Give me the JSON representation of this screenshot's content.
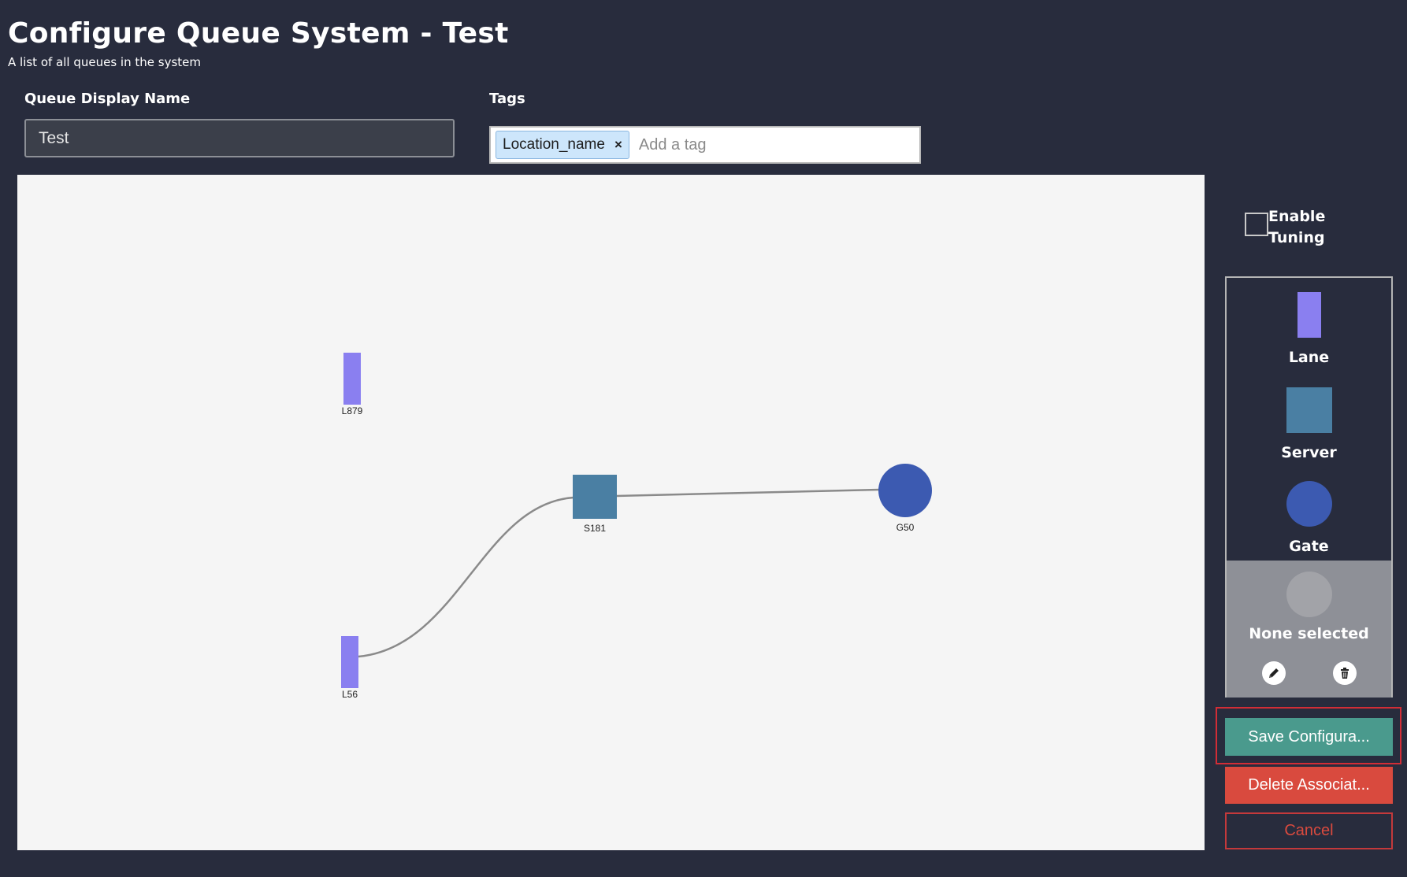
{
  "header": {
    "title": "Configure Queue System - Test",
    "subtitle": "A list of all queues in the system"
  },
  "form": {
    "name_label": "Queue Display Name",
    "name_value": "Test",
    "tags_label": "Tags",
    "tags": [
      {
        "label": "Location_name",
        "remove_glyph": "×"
      }
    ],
    "tag_placeholder": "Add a tag"
  },
  "canvas": {
    "nodes": [
      {
        "id": "L879",
        "type": "lane"
      },
      {
        "id": "L56",
        "type": "lane"
      },
      {
        "id": "S181",
        "type": "server"
      },
      {
        "id": "G50",
        "type": "gate"
      }
    ],
    "edges": [
      {
        "from": "L56",
        "to": "S181"
      },
      {
        "from": "S181",
        "to": "G50"
      }
    ]
  },
  "sidebar": {
    "enable_tuning_label": "Enable Tuning",
    "enable_tuning_checked": false,
    "palette": [
      {
        "type": "lane",
        "label": "Lane"
      },
      {
        "type": "server",
        "label": "Server"
      },
      {
        "type": "gate",
        "label": "Gate"
      }
    ],
    "selection_label": "None selected",
    "edit_icon": "pencil-icon",
    "delete_icon": "trash-icon"
  },
  "actions": {
    "save_label": "Save Configura...",
    "delete_label": "Delete Associat...",
    "cancel_label": "Cancel"
  },
  "colors": {
    "background": "#282c3d",
    "canvas": "#f5f5f5",
    "lane": "#8a7ff0",
    "server": "#4a7fa3",
    "gate": "#3c5ab1",
    "save": "#4a9a8d",
    "delete": "#d94a3e",
    "highlight": "#d22d36"
  }
}
